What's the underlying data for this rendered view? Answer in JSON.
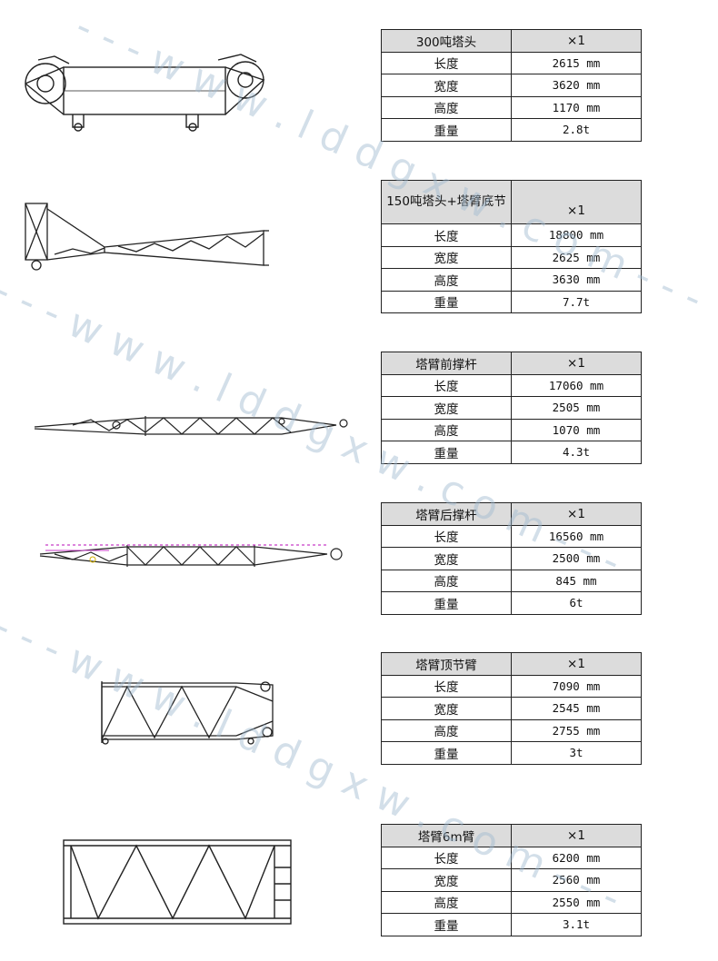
{
  "sections": [
    {
      "title": "300吨塔头",
      "qty": "×1",
      "rows": [
        {
          "label": "长度",
          "value": "2615 mm"
        },
        {
          "label": "宽度",
          "value": "3620 mm"
        },
        {
          "label": "高度",
          "value": "1170 mm"
        },
        {
          "label": "重量",
          "value": "2.8t"
        }
      ]
    },
    {
      "title": "150吨塔头+塔臂底节",
      "qty": "×1",
      "rows": [
        {
          "label": "长度",
          "value": "18800 mm"
        },
        {
          "label": "宽度",
          "value": "2625 mm"
        },
        {
          "label": "高度",
          "value": "3630 mm"
        },
        {
          "label": "重量",
          "value": "7.7t"
        }
      ]
    },
    {
      "title": "塔臂前撑杆",
      "qty": "×1",
      "rows": [
        {
          "label": "长度",
          "value": "17060 mm"
        },
        {
          "label": "宽度",
          "value": "2505 mm"
        },
        {
          "label": "高度",
          "value": "1070 mm"
        },
        {
          "label": "重量",
          "value": "4.3t"
        }
      ]
    },
    {
      "title": "塔臂后撑杆",
      "qty": "×1",
      "rows": [
        {
          "label": "长度",
          "value": "16560 mm"
        },
        {
          "label": "宽度",
          "value": "2500 mm"
        },
        {
          "label": "高度",
          "value": "845 mm"
        },
        {
          "label": "重量",
          "value": "6t"
        }
      ]
    },
    {
      "title": "塔臂顶节臂",
      "qty": "×1",
      "rows": [
        {
          "label": "长度",
          "value": "7090 mm"
        },
        {
          "label": "宽度",
          "value": "2545 mm"
        },
        {
          "label": "高度",
          "value": "2755 mm"
        },
        {
          "label": "重量",
          "value": "3t"
        }
      ]
    },
    {
      "title": "塔臂6m臂",
      "qty": "×1",
      "rows": [
        {
          "label": "长度",
          "value": "6200 mm"
        },
        {
          "label": "宽度",
          "value": "2560 mm"
        },
        {
          "label": "高度",
          "value": "2550 mm"
        },
        {
          "label": "重量",
          "value": "3.1t"
        }
      ]
    }
  ],
  "watermark": {
    "text": "- - - w w w . l d d g x w . c o m - - -"
  }
}
